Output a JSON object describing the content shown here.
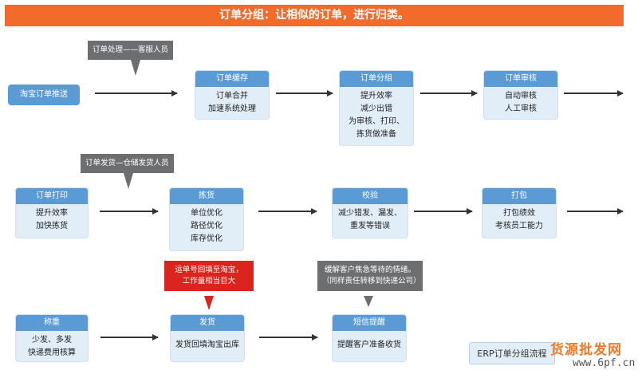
{
  "title": "订单分组：让相似的订单，进行归类。",
  "row1": {
    "callout": "订单处理——客服人员",
    "start": "淘宝订单推送",
    "boxes": [
      {
        "header": "订单缓存",
        "lines": [
          "订单合并",
          "加速系统处理"
        ]
      },
      {
        "header": "订单分组",
        "lines": [
          "提升效率",
          "减少出错",
          "为审核、打印、",
          "拣货做准备"
        ]
      },
      {
        "header": "订单审核",
        "lines": [
          "自动审核",
          "人工审核"
        ]
      }
    ]
  },
  "row2": {
    "callout": "订单发货—仓储发货人员",
    "boxes": [
      {
        "header": "订单打印",
        "lines": [
          "提升效率",
          "加快拣货"
        ]
      },
      {
        "header": "拣货",
        "lines": [
          "单位优化",
          "路径优化",
          "库存优化"
        ]
      },
      {
        "header": "校验",
        "lines": [
          "减少错发、漏发、",
          "重发等错误"
        ]
      },
      {
        "header": "打包",
        "lines": [
          "打包绩效",
          "考核员工能力"
        ]
      }
    ]
  },
  "row3": {
    "callout_red": [
      "运单号回填至淘宝，",
      "工作量相当巨大"
    ],
    "callout_gray": [
      "缓解客户焦急等待的情绪。",
      "（同样责任转移到快递公司）"
    ],
    "boxes": [
      {
        "header": "称重",
        "lines": [
          "少发、多发",
          "快递费用核算"
        ]
      },
      {
        "header": "发货",
        "lines": [
          "发货回填淘宝出库"
        ]
      },
      {
        "header": "短信提醒",
        "lines": [
          "提醒客户准备收货"
        ]
      }
    ]
  },
  "legend": "ERP订单分组流程",
  "watermark": {
    "cn": "货源批发网",
    "url": "www.6pf.cn"
  },
  "colors": {
    "banner": "#f26b2a",
    "header": "#5a9bd6",
    "box_fill": "#e1eef8",
    "callout_gray": "#6d6e70",
    "callout_red": "#d9251d"
  }
}
